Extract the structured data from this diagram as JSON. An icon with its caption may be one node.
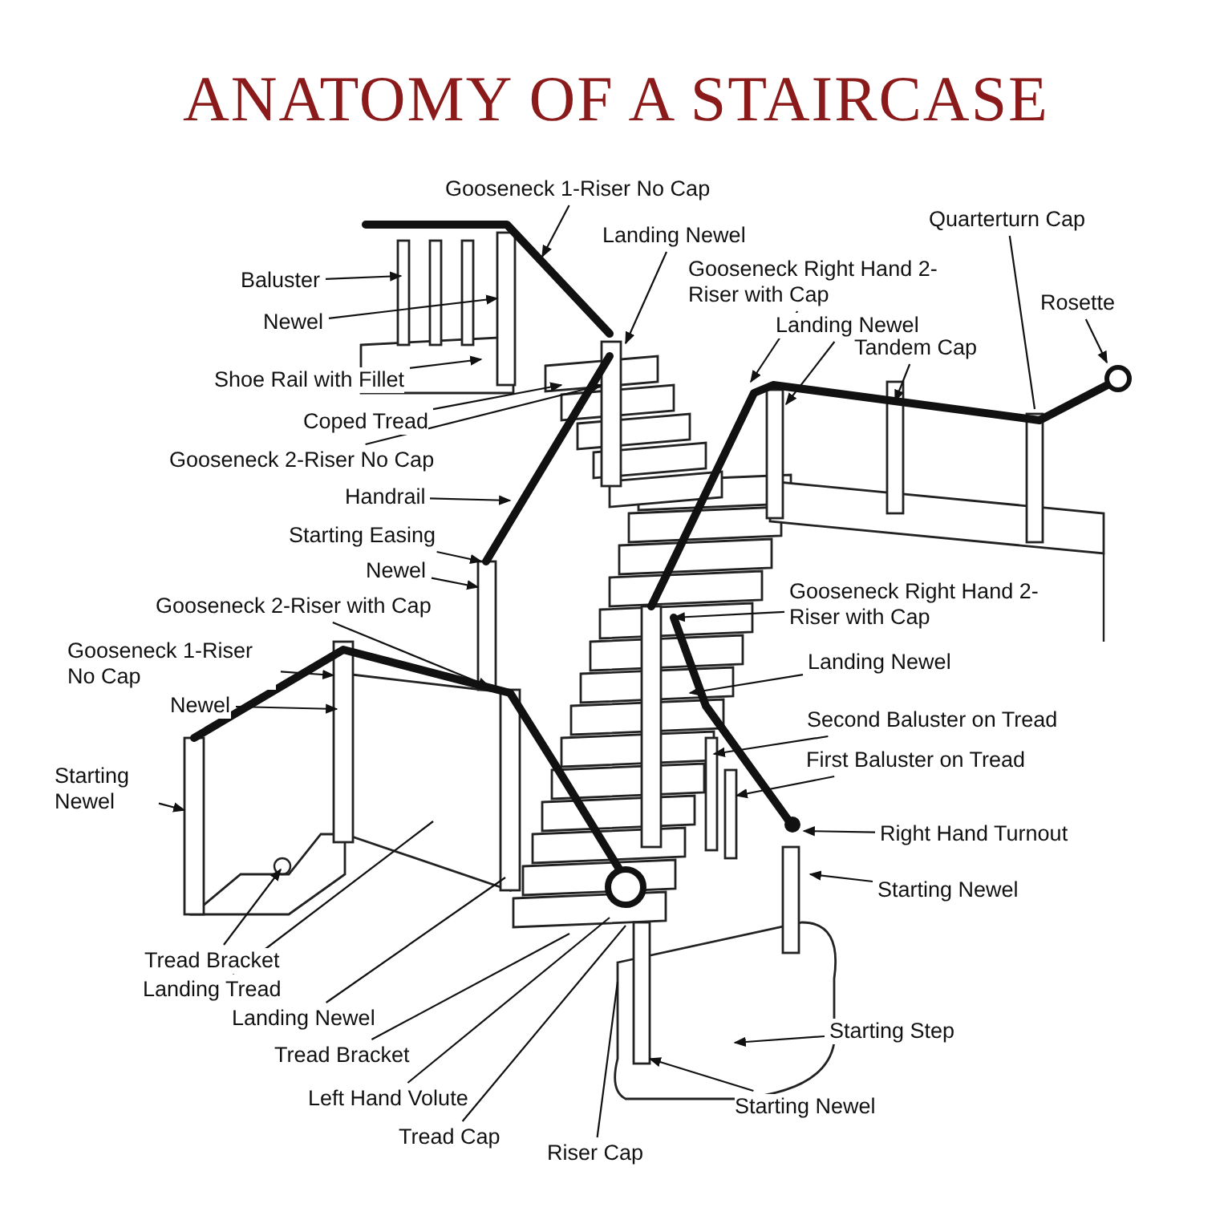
{
  "diagram": {
    "title": "ANATOMY OF A STAIRCASE",
    "nodes": [
      {
        "text": [
          "Gooseneck 1-Riser No Cap"
        ]
      },
      {
        "text": [
          "Baluster"
        ]
      },
      {
        "text": [
          "Newel"
        ]
      },
      {
        "text": [
          "Landing Newel"
        ]
      },
      {
        "text": [
          "Quarterturn Cap"
        ]
      },
      {
        "text": [
          "Gooseneck Right Hand 2-Riser with Cap"
        ]
      },
      {
        "text": [
          "Rosette"
        ]
      },
      {
        "text": [
          "Landing Newel"
        ]
      },
      {
        "text": [
          "Tandem Cap"
        ]
      },
      {
        "text": [
          "Shoe Rail with Fillet"
        ]
      },
      {
        "text": [
          "Coped Tread"
        ]
      },
      {
        "text": [
          "Gooseneck 2-Riser No Cap"
        ]
      },
      {
        "text": [
          "Handrail"
        ]
      },
      {
        "text": [
          "Starting Easing"
        ]
      },
      {
        "text": [
          "Newel"
        ]
      },
      {
        "text": [
          "Gooseneck Right Hand 2-Riser with Cap"
        ]
      },
      {
        "text": [
          "Gooseneck 2-Riser with Cap"
        ]
      },
      {
        "text": [
          "Gooseneck 1-Riser No Cap"
        ]
      },
      {
        "text": [
          "Landing Newel"
        ]
      },
      {
        "text": [
          "Newel"
        ]
      },
      {
        "text": [
          "Second Baluster on Tread"
        ]
      },
      {
        "text": [
          "Starting Newel"
        ]
      },
      {
        "text": [
          "First Baluster on Tread"
        ]
      },
      {
        "text": [
          "Right Hand Turnout"
        ]
      },
      {
        "text": [
          "Starting Newel"
        ]
      },
      {
        "text": [
          "Tread Bracket"
        ]
      },
      {
        "text": [
          "Landing Tread"
        ]
      },
      {
        "text": [
          "Landing Newel"
        ]
      },
      {
        "text": [
          "Tread Bracket"
        ]
      },
      {
        "text": [
          "Starting Step"
        ]
      },
      {
        "text": [
          "Left Hand Volute"
        ]
      },
      {
        "text": [
          "Starting Newel"
        ]
      },
      {
        "text": [
          "Tread Cap"
        ]
      },
      {
        "text": [
          "Riser Cap"
        ]
      }
    ],
    "edges": [
      {
        "from": 0,
        "to": null,
        "arrow": "to"
      },
      {
        "from": 1,
        "to": null,
        "arrow": "to"
      },
      {
        "from": 2,
        "to": null,
        "arrow": "to"
      },
      {
        "from": 3,
        "to": null,
        "arrow": "to"
      },
      {
        "from": 4,
        "to": null,
        "arrow": "none"
      },
      {
        "from": 5,
        "to": null,
        "arrow": "to"
      },
      {
        "from": 6,
        "to": null,
        "arrow": "to"
      },
      {
        "from": 7,
        "to": null,
        "arrow": "to"
      },
      {
        "from": 8,
        "to": null,
        "arrow": "to"
      },
      {
        "from": 9,
        "to": null,
        "arrow": "to"
      },
      {
        "from": 10,
        "to": null,
        "arrow": "to"
      },
      {
        "from": 11,
        "to": null,
        "arrow": "to"
      },
      {
        "from": 12,
        "to": null,
        "arrow": "to"
      },
      {
        "from": 13,
        "to": null,
        "arrow": "to"
      },
      {
        "from": 14,
        "to": null,
        "arrow": "to"
      },
      {
        "from": 15,
        "to": null,
        "arrow": "to"
      },
      {
        "from": 16,
        "to": null,
        "arrow": "to"
      },
      {
        "from": 17,
        "to": null,
        "arrow": "to"
      },
      {
        "from": 18,
        "to": null,
        "arrow": "to"
      },
      {
        "from": 19,
        "to": null,
        "arrow": "to"
      },
      {
        "from": 20,
        "to": null,
        "arrow": "to"
      },
      {
        "from": 21,
        "to": null,
        "arrow": "to"
      },
      {
        "from": 22,
        "to": null,
        "arrow": "to"
      },
      {
        "from": 23,
        "to": null,
        "arrow": "to"
      },
      {
        "from": 24,
        "to": null,
        "arrow": "to"
      },
      {
        "from": 25,
        "to": null,
        "arrow": "to"
      },
      {
        "from": 26,
        "to": null,
        "arrow": "none"
      },
      {
        "from": 27,
        "to": null,
        "arrow": "none"
      },
      {
        "from": 28,
        "to": null,
        "arrow": "none"
      },
      {
        "from": 29,
        "to": null,
        "arrow": "to"
      },
      {
        "from": 30,
        "to": null,
        "arrow": "none"
      },
      {
        "from": 31,
        "to": null,
        "arrow": "to"
      },
      {
        "from": 32,
        "to": null,
        "arrow": "none"
      },
      {
        "from": 33,
        "to": null,
        "arrow": "none"
      }
    ]
  }
}
